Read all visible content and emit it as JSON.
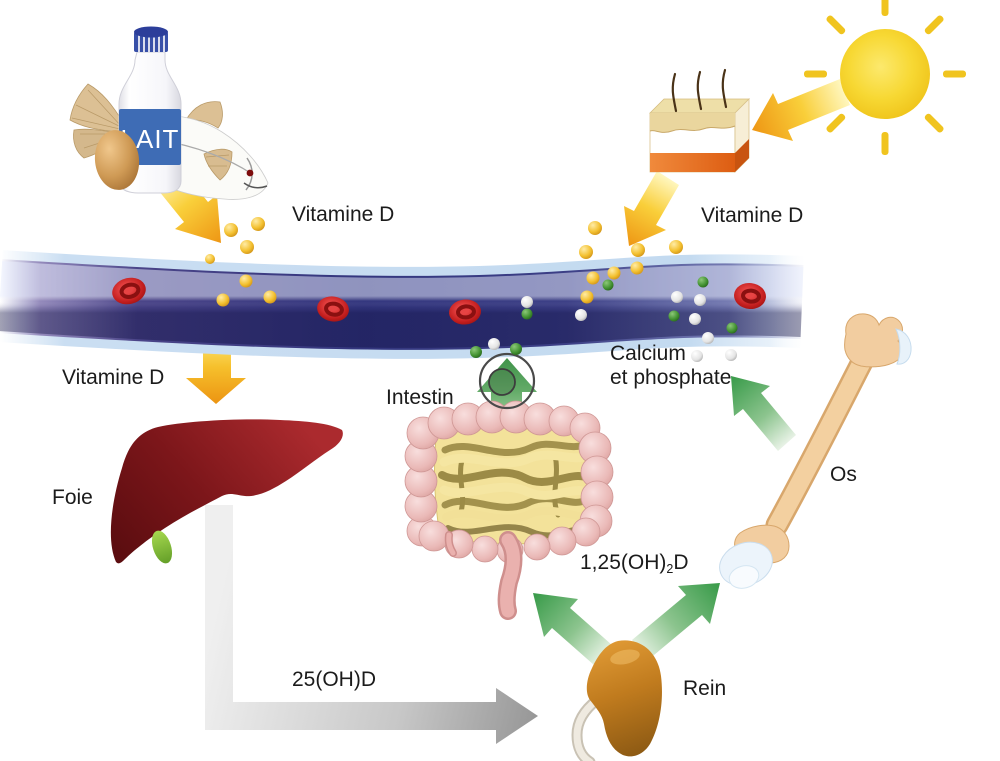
{
  "labels": {
    "vitamine_d": "Vitamine D",
    "intestin": "Intestin",
    "calcium_phosphate_line1": "Calcium",
    "calcium_phosphate_line2": "et phosphate",
    "os": "Os",
    "foie": "Foie",
    "rein": "Rein",
    "metabolite_25": "25(OH)D",
    "metabolite_125_prefix": "1,25(OH)",
    "metabolite_125_sub": "2",
    "metabolite_125_suffix": "D",
    "lait": "LAIT"
  },
  "colors": {
    "background": "#ffffff",
    "text": "#1b1b1b",
    "vessel_outer": "#cadef2",
    "vessel_inner": "#33367e",
    "red_blood_cell": "#c21d1d",
    "vitamin_d_dot": "#f3c02f",
    "calcium_dot": "#e4e4e4",
    "phosphate_dot": "#3f8f2f",
    "yellow_arrow": "#f9cf3a",
    "green_arrow": "#3c9e4d",
    "gray_arrow": "#a2a2a2",
    "sun": "#f6d62e",
    "skin_layer_orange": "#e2681f",
    "milk_label_blue": "#3e6cb5",
    "liver": "#7a1518",
    "gallbladder": "#6fae2e",
    "colon_pink": "#eec2c0",
    "small_intestine_yellow": "#f3e29a",
    "kidney": "#c07b1e",
    "bone": "#f3d0a0"
  }
}
